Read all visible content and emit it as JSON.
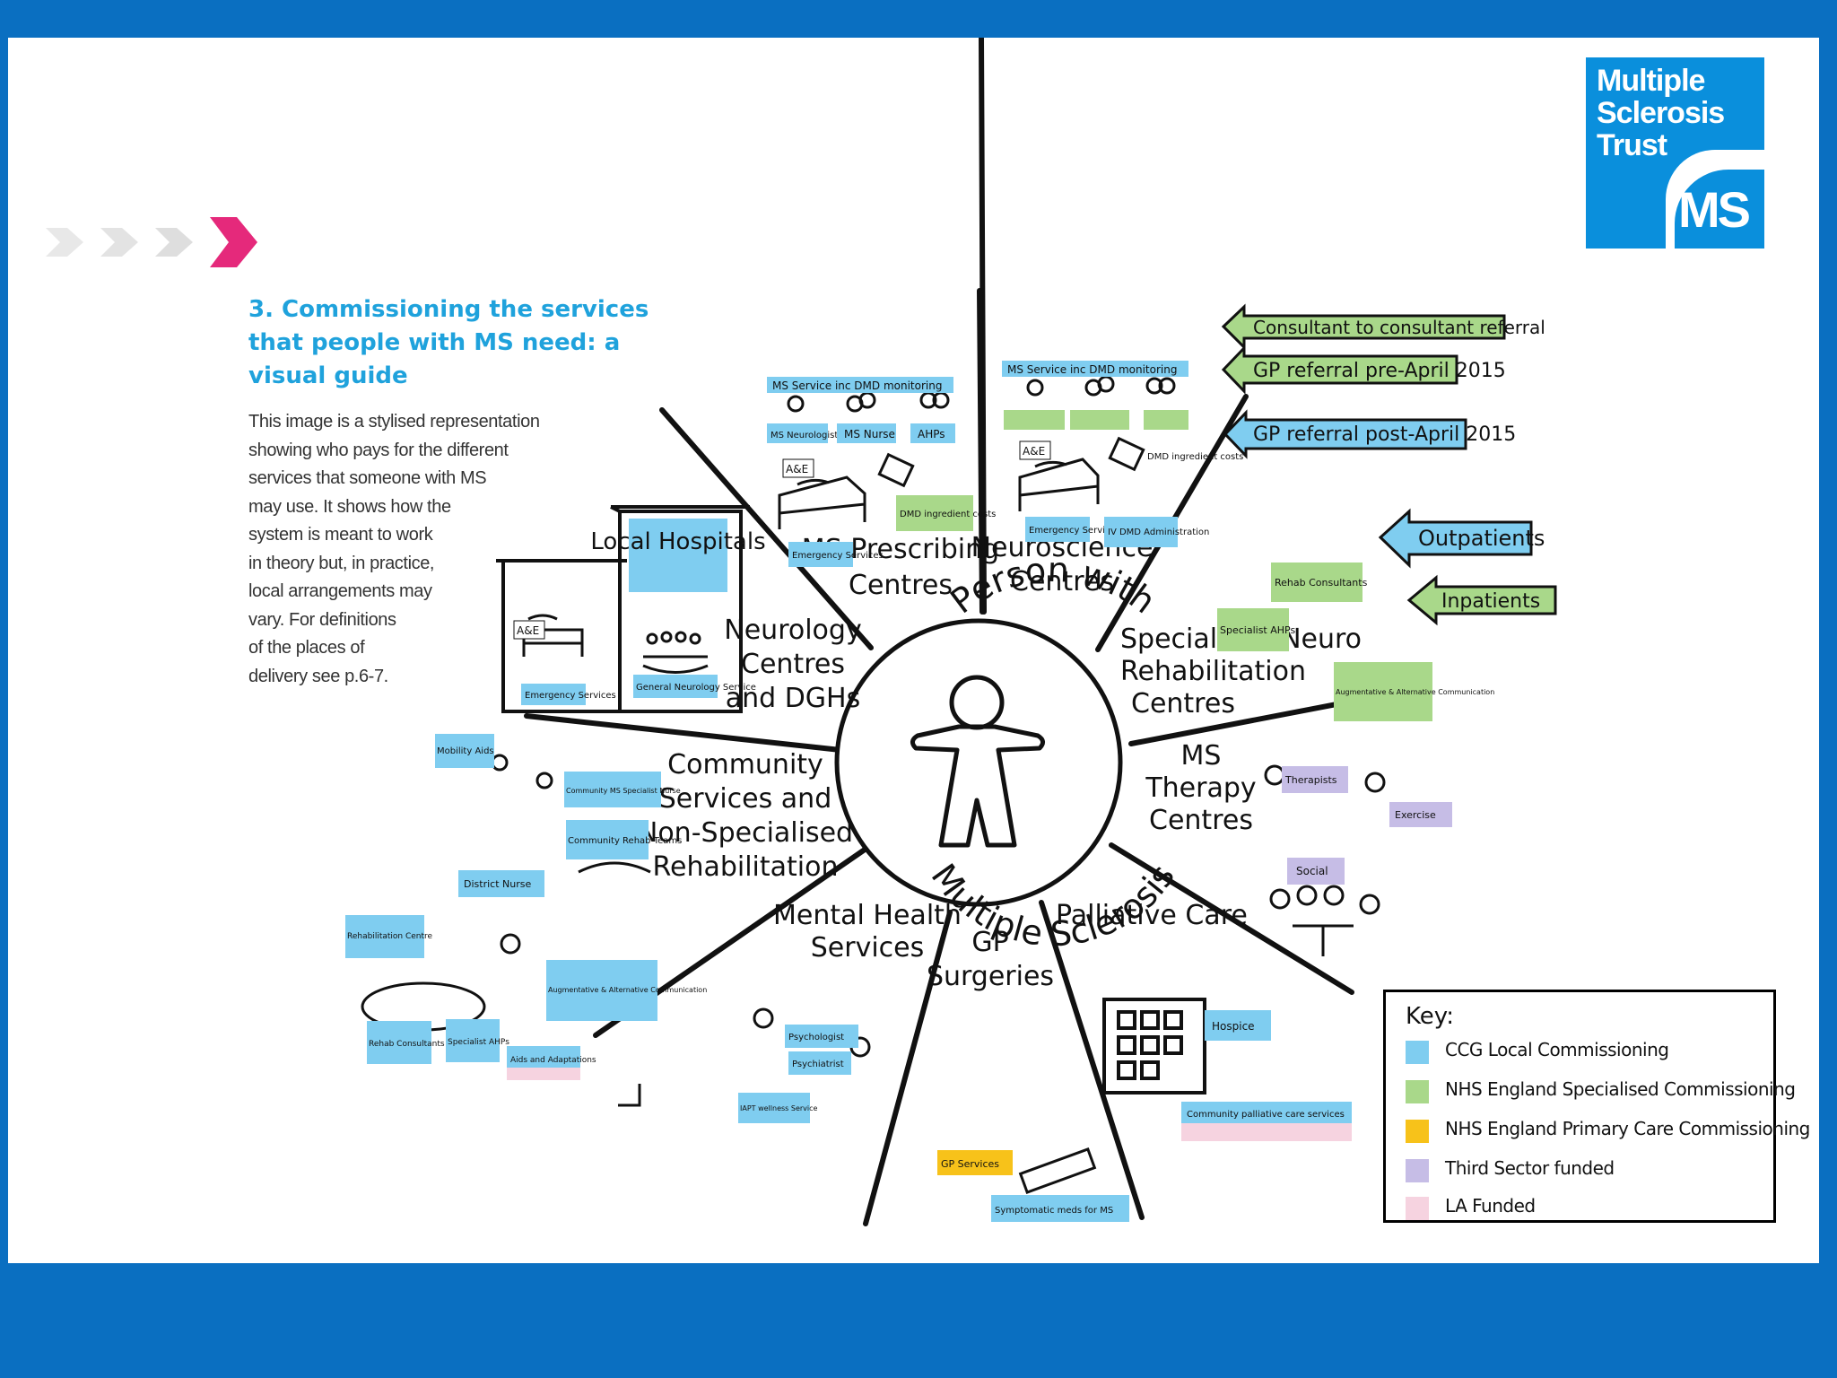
{
  "brand": {
    "logo_text": [
      "Multiple",
      "Sclerosis",
      "Trust"
    ],
    "logo_mark": "MS",
    "logo_color": "#0a8fdc",
    "frame_color": "#0a6fc1"
  },
  "heading": "3. Commissioning the services that people with MS need: a visual guide",
  "intro_lines": [
    "This image is a stylised representation",
    "showing who pays for the different",
    "services that someone with MS",
    "may use. It shows how the",
    "system is meant to work",
    "in theory but, in practice,",
    "local arrangements may",
    "vary. For definitions",
    "of the places of",
    "delivery see p.6-7."
  ],
  "center": {
    "top": "Person with",
    "bottom": "Multiple Sclerosis",
    "figure_icon": "person-icon"
  },
  "sections": {
    "neurology": [
      "Neurology",
      "Centres",
      "and DGHs"
    ],
    "prescribing": [
      "MS Prescribing",
      "Centres"
    ],
    "neuroscience": [
      "Neuroscience",
      "Centres"
    ],
    "rehab": [
      "Specialised Neuro",
      "Rehabilitation",
      "Centres"
    ],
    "therapy": [
      "MS",
      "Therapy",
      "Centres"
    ],
    "palliative": [
      "Palliative Care"
    ],
    "gp": [
      "GP",
      "Surgeries"
    ],
    "mental": [
      "Mental Health",
      "Services"
    ],
    "community": [
      "Community",
      "Services and",
      "Non-Specialised",
      "Rehabilitation"
    ]
  },
  "arrows": {
    "consultant": "Consultant to consultant referral",
    "gp_pre": "GP referral pre-April 2015",
    "gp_post": "GP referral post-April 2015",
    "outpatients": "Outpatients",
    "inpatients": "Inpatients"
  },
  "tags": {
    "ms_service_1": "MS Service inc DMD monitoring",
    "ms_service_2": "MS Service inc DMD monitoring",
    "ms_neurologist": "MS Neurologist",
    "ms_nurse": "MS Nurse",
    "ahps": "AHPs",
    "ae_1": "A&E",
    "ae_2": "A&E",
    "ae_3": "A&E",
    "emergency_1": "Emergency Services",
    "emergency_2": "Emergency Services",
    "emergency_3": "Emergency Services",
    "dmd_ingredient": "DMD ingredient costs",
    "dmd_ingredient_2": "DMD ingredient costs",
    "iv_dmd": "IV DMD Administration",
    "local_hospitals": "Local Hospitals",
    "general_neurology": "General Neurology Service",
    "rehab_consultants": "Rehab Consultants",
    "specialist_ahps": "Specialist AHPs",
    "aac_1": "Augmentative & Alternative Communication",
    "aac_2": "Augmentative & Alternative Communication",
    "mobility_aids": "Mobility Aids",
    "community_ms_nurse": "Community MS Specialist Nurse",
    "community_rehab": "Community Rehab Teams",
    "district_nurse": "District Nurse",
    "rehab_centre": "Rehabilitation Centre",
    "rehab_consultants_2": "Rehab Consultants",
    "specialist_ahps_2": "Specialist AHPs",
    "aids_adaptations": "Aids and Adaptations",
    "psychologist": "Psychologist",
    "psychiatrist": "Psychiatrist",
    "iapt": "IAPT wellness Service",
    "gp_services": "GP Services",
    "symptomatic_meds": "Symptomatic meds for MS",
    "hospice": "Hospice",
    "community_palliative": "Community palliative care services",
    "therapists": "Therapists",
    "exercise": "Exercise",
    "social": "Social"
  },
  "key": {
    "title": "Key:",
    "items": [
      {
        "label": "CCG Local Commissioning",
        "color": "#7fcdf0"
      },
      {
        "label": "NHS England Specialised Commissioning",
        "color": "#a9d88a"
      },
      {
        "label": "NHS England Primary Care Commissioning",
        "color": "#f7c21a"
      },
      {
        "label": "Third Sector funded",
        "color": "#c6bde6"
      },
      {
        "label": "LA Funded",
        "color": "#f6d3e0"
      }
    ]
  },
  "colors": {
    "ccg": "#7fcdf0",
    "nhs_spec": "#a9d88a",
    "primary": "#f7c21a",
    "third": "#c6bde6",
    "la": "#f6d3e0"
  }
}
